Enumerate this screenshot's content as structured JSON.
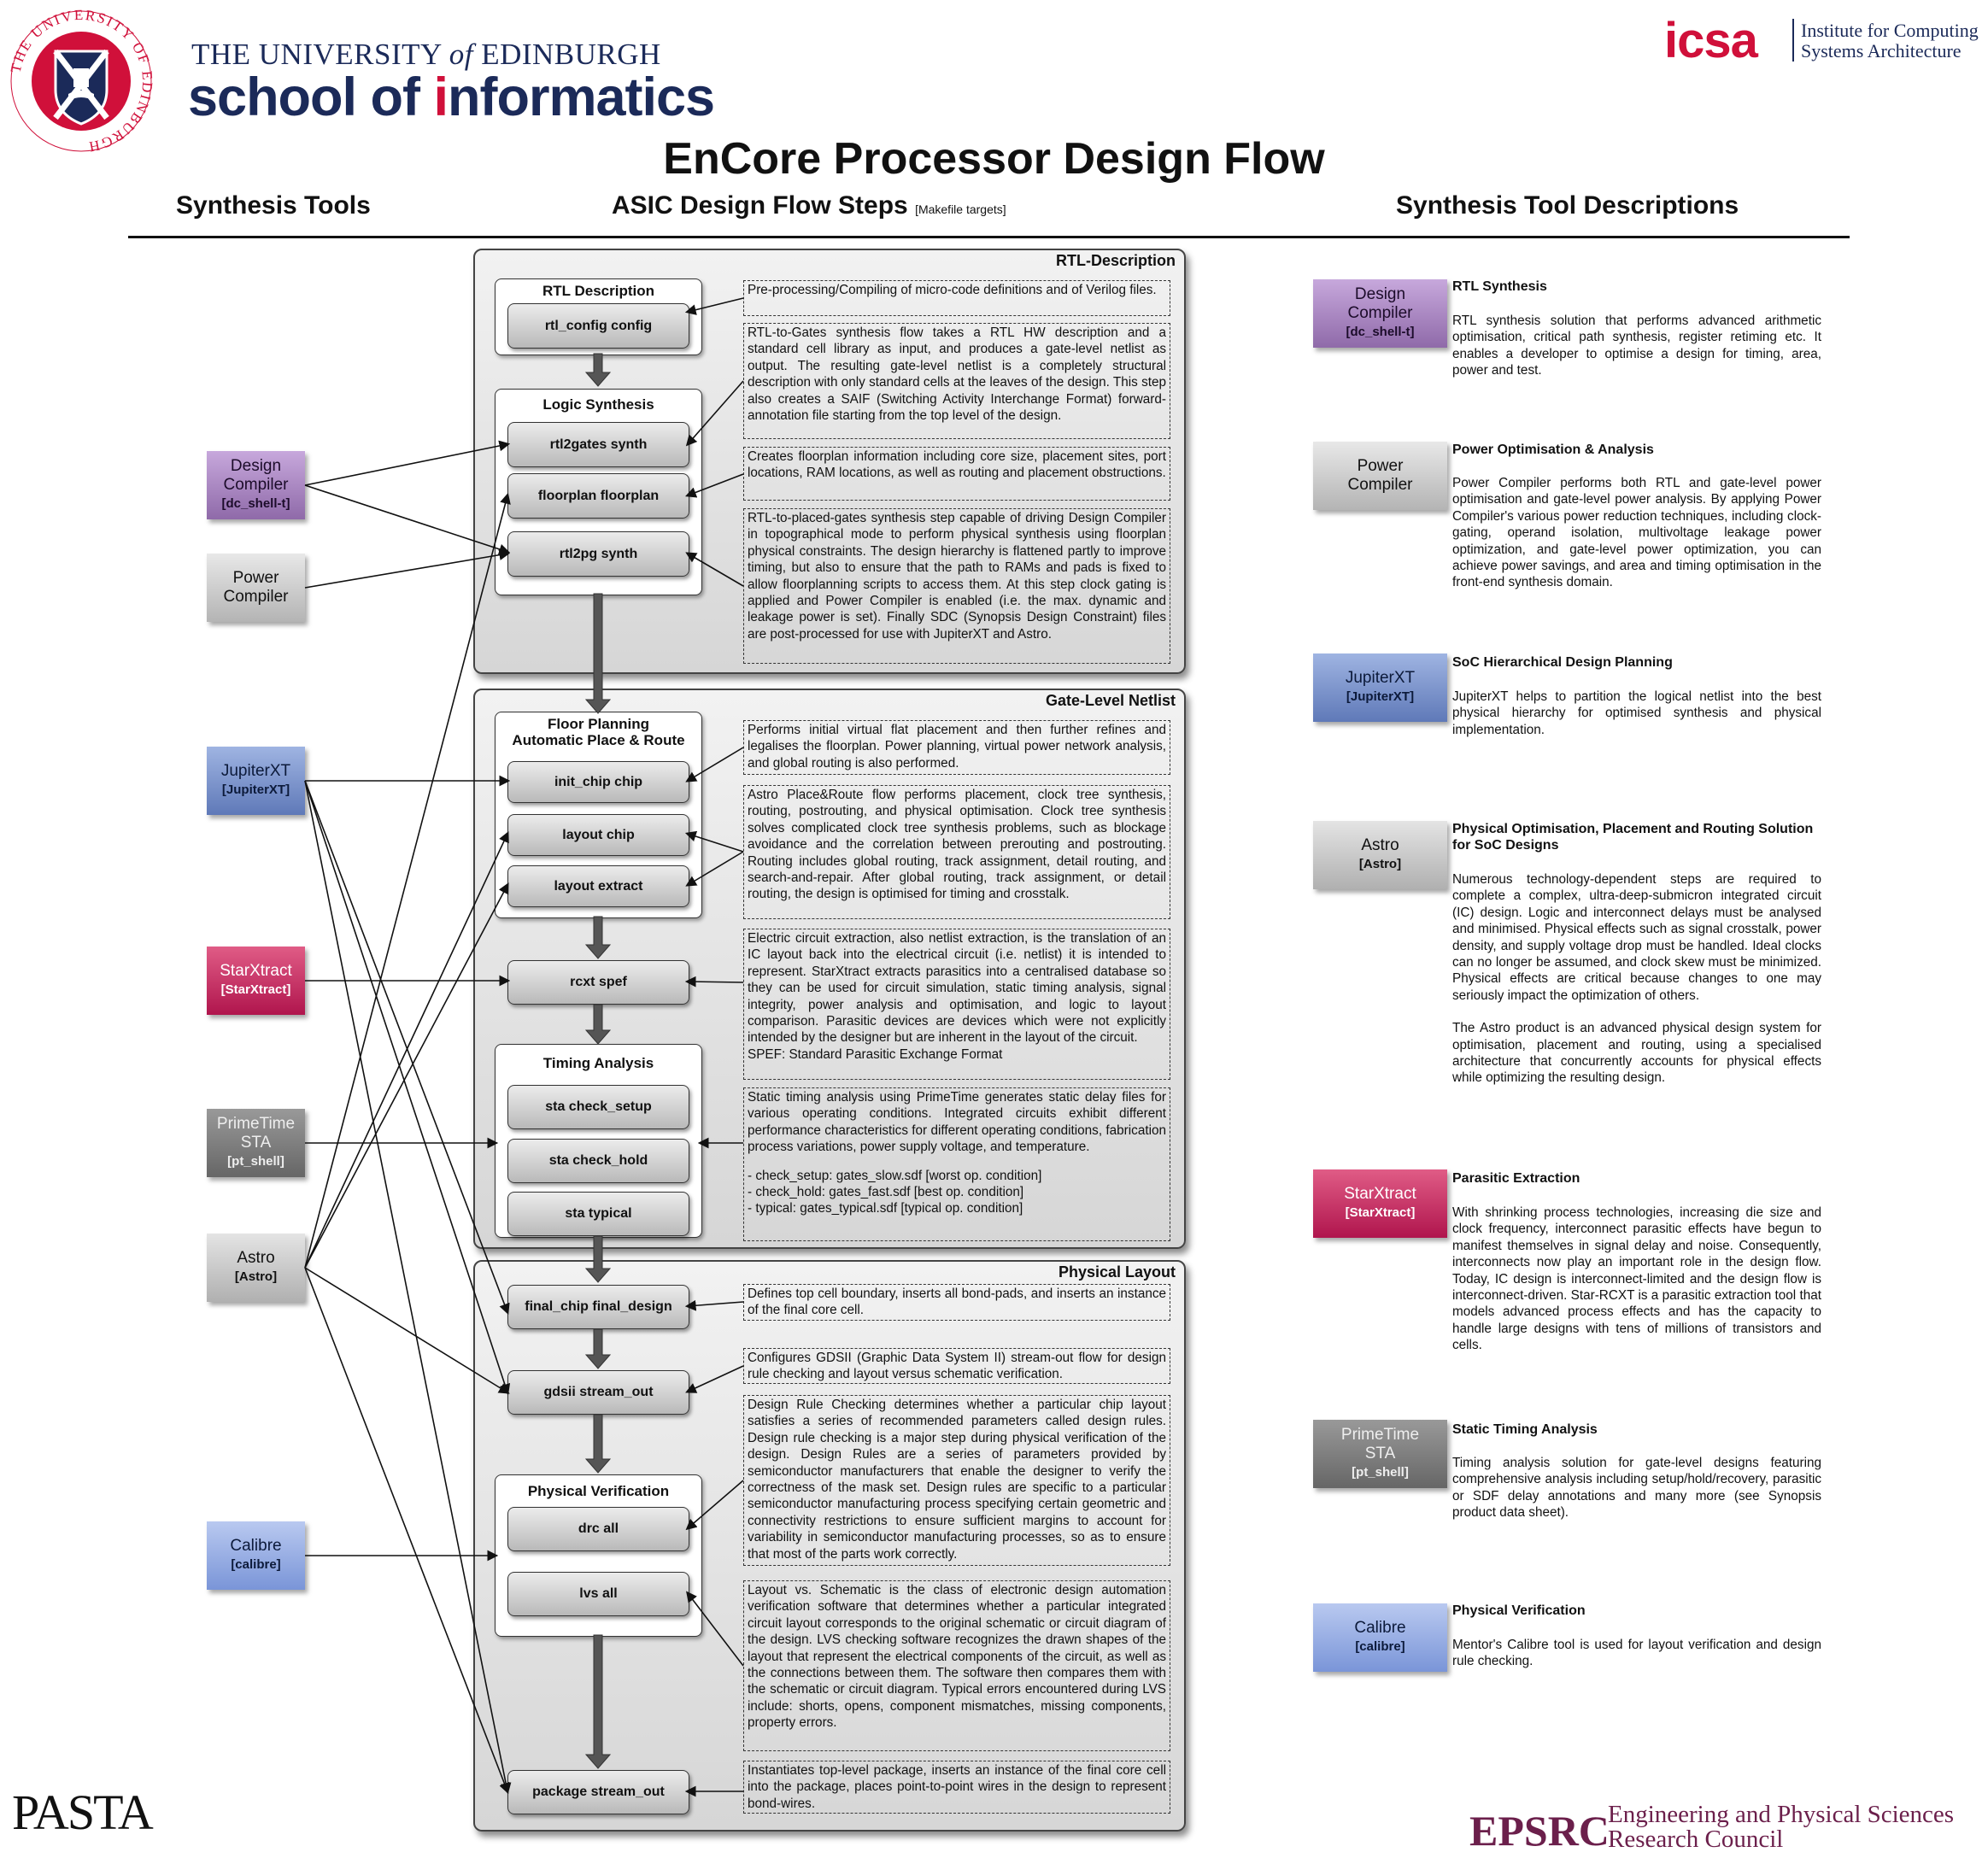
{
  "header": {
    "university_line_pre": "THE UNIVERSITY ",
    "university_line_of": "of",
    "university_line_post": " EDINBURGH",
    "school_pre": "school of ",
    "school_red": "i",
    "school_post": "nformatics",
    "icsa_logo": "icsa",
    "icsa_line1": "Institute for Computing",
    "icsa_line2": "Systems Architecture",
    "crest_ring_text": "THE UNIVERSITY OF EDINBURGH",
    "title": "EnCore Processor Design Flow"
  },
  "columns": {
    "tools": "Synthesis Tools",
    "steps": "ASIC Design Flow Steps",
    "steps_note": "[Makefile targets]",
    "descriptions": "Synthesis Tool Descriptions"
  },
  "sections": [
    {
      "title": "RTL-Description"
    },
    {
      "title": "Gate-Level Netlist"
    },
    {
      "title": "Physical Layout"
    }
  ],
  "groups": {
    "rtl": "RTL Description",
    "logic": "Logic Synthesis",
    "fp1": "Floor Planning",
    "fp2": "Automatic Place & Route",
    "timing": "Timing Analysis",
    "pv": "Physical Verification"
  },
  "targets": {
    "rtl_config": "rtl_config config",
    "rtl2gates": "rtl2gates synth",
    "floorplan": "floorplan floorplan",
    "rtl2pg": "rtl2pg synth",
    "init_chip": "init_chip chip",
    "layout_chip": "layout chip",
    "layout_extract": "layout extract",
    "rcxt": "rcxt spef",
    "sta_setup": "sta check_setup",
    "sta_hold": "sta check_hold",
    "sta_typical": "sta typical",
    "final_chip": "final_chip final_design",
    "gdsii": "gdsii stream_out",
    "drc": "drc all",
    "lvs": "lvs all",
    "package": "package stream_out"
  },
  "descriptions": {
    "d1": "Pre-processing/Compiling of micro-code definitions and of Verilog files.",
    "d2": "RTL-to-Gates synthesis flow takes a RTL HW description and a standard cell library as input, and produces a gate-level netlist as output. The resulting gate-level netlist is a completely structural description with only standard cells at the leaves of the design. This step also creates a SAIF (Switching Activity Interchange Format) forward-annotation file starting from the top level of the design.",
    "d3": "Creates floorplan information including core size, placement sites, port locations, RAM locations, as well as routing and placement obstructions.",
    "d4": "RTL-to-placed-gates synthesis step capable of driving Design Compiler in topographical mode to perform physical synthesis using floorplan physical constraints. The design hierarchy is flattened partly to improve timing, but also to ensure that the path to RAMs and pads is fixed to allow floorplanning scripts to access them. At this step clock gating is applied and Power Compiler is enabled (i.e. the max. dynamic and leakage power is set). Finally SDC (Synopsis Design Constraint) files are post-processed for use with JupiterXT and Astro.",
    "d5": "Performs initial virtual flat placement and then further refines and legalises the floorplan. Power planning, virtual power network analysis, and global routing is also performed.",
    "d6": "Astro Place&Route flow performs placement, clock tree synthesis, routing, postrouting, and physical optimisation. Clock tree synthesis solves complicated clock tree synthesis problems, such as blockage avoidance and the correlation between prerouting and postrouting. Routing includes global routing, track assignment, detail routing, and search-and-repair. After global routing, track assignment, or detail routing, the design is optimised for timing and crosstalk.",
    "d7": "Electric circuit extraction, also netlist extraction, is the translation of an IC layout back into the electrical circuit (i.e. netlist) it is intended to represent. StarXtract extracts parasitics into a centralised database so they can be used for circuit simulation, static timing analysis, signal integrity, power analysis and optimisation, and logic to layout comparison. Parasitic devices are devices which were not explicitly intended by the designer but are inherent in the layout of the circuit.",
    "d7b": "SPEF: Standard Parasitic Exchange Format",
    "d8": "Static timing analysis using PrimeTime generates static delay files for various operating conditions. Integrated circuits exhibit different performance characteristics for different operating conditions, fabrication process variations, power supply voltage, and temperature.",
    "d8_l1": "- check_setup: gates_slow.sdf       [worst op. condition]",
    "d8_l2": "- check_hold:   gates_fast.sdf        [best op. condition]",
    "d8_l3": "- typical:          gates_typical.sdf  [typical op. condition]",
    "d9": "Defines top cell boundary, inserts all bond-pads, and inserts an instance of the final core cell.",
    "d10": "Configures GDSII (Graphic Data System II) stream-out flow for design rule checking and layout versus schematic verification.",
    "d11": "Design Rule Checking determines whether a particular chip layout satisfies a series of recommended parameters called design rules. Design rule checking is a major step during physical verification of the design. Design Rules are a series of parameters provided by semiconductor manufacturers that enable the designer to verify the correctness of the mask set. Design rules are specific to a particular semiconductor manufacturing process specifying certain geometric and connectivity restrictions to ensure sufficient margins to account for variability in semiconductor manufacturing processes, so as to ensure that most of the parts work correctly.",
    "d12": "Layout vs. Schematic is the class of electronic design automation verification software that determines whether a particular integrated circuit layout corresponds to the original schematic or circuit diagram of the design. LVS checking software recognizes the drawn shapes of the layout that represent the electrical components of the circuit, as well as the connections between them. The software then compares them with the schematic or circuit diagram. Typical errors encountered during LVS include: shorts, opens, component mismatches, missing components, property errors.",
    "d13": "Instantiates top-level package, inserts an instance of the final core cell into the package, places point-to-point wires in the design to represent bond-wires."
  },
  "tools": [
    {
      "name": "Design Compiler",
      "line1": "Design",
      "line2": "Compiler",
      "cmd": "[dc_shell-t]",
      "color": "#a27fbc"
    },
    {
      "name": "Power Compiler",
      "line1": "Power",
      "line2": "Compiler",
      "cmd": "",
      "color": "#c8c8c8"
    },
    {
      "name": "JupiterXT",
      "line1": "JupiterXT",
      "line2": "",
      "cmd": "[JupiterXT]",
      "color": "#6f88c6"
    },
    {
      "name": "StarXtract",
      "line1": "StarXtract",
      "line2": "",
      "cmd": "[StarXtract]",
      "color": "#c0245a"
    },
    {
      "name": "PrimeTime STA",
      "line1": "PrimeTime",
      "line2": "STA",
      "cmd": "[pt_shell]",
      "color": "#777777"
    },
    {
      "name": "Astro",
      "line1": "Astro",
      "line2": "",
      "cmd": "[Astro]",
      "color": "#c4c4c4"
    },
    {
      "name": "Calibre",
      "line1": "Calibre",
      "line2": "",
      "cmd": "[calibre]",
      "color": "#8aa3df"
    }
  ],
  "tool_descriptions": [
    {
      "title": "RTL Synthesis",
      "text": "RTL synthesis solution that performs advanced arithmetic optimisation, critical path synthesis, register retiming etc. It enables a developer to optimise a design for timing, area, power and test."
    },
    {
      "title": "Power Optimisation & Analysis",
      "text": "Power Compiler performs both RTL and gate-level power optimisation and gate-level power analysis. By applying Power Compiler's various power reduction techniques, including clock-gating, operand isolation, multivoltage leakage power optimization, and gate-level power optimization, you can achieve power savings, and area and timing optimisation in the front-end synthesis domain."
    },
    {
      "title": "SoC Hierarchical Design Planning",
      "text": "JupiterXT helps to partition the logical netlist into the best physical hierarchy for optimised synthesis and physical implementation."
    },
    {
      "title": "Physical Optimisation, Placement and Routing Solution for SoC Designs",
      "text": "Numerous technology-dependent steps are required to complete a complex, ultra-deep-submicron integrated circuit (IC) design. Logic and interconnect delays must be analysed and minimised. Physical effects such as signal crosstalk, power density, and supply voltage drop must be handled. Ideal clocks can no longer be assumed, and clock skew must be minimized. Physical effects are critical because changes to one may seriously impact the optimization of others.",
      "text2": "The Astro product is an advanced physical design system for optimisation, placement and routing, using a specialised architecture that concurrently accounts for physical effects while optimizing the resulting design."
    },
    {
      "title": "Parasitic Extraction",
      "text": "With shrinking process technologies, increasing die size and clock frequency, interconnect parasitic effects have begun to manifest themselves in signal delay and noise. Consequently, interconnects now play an important role in the design flow. Today, IC design is interconnect-limited and the design flow is interconnect-driven. Star-RCXT is a parasitic extraction tool that models advanced process effects and has the capacity to handle large designs with tens of millions of transistors and cells."
    },
    {
      "title": "Static Timing Analysis",
      "text": "Timing analysis solution for gate-level designs featuring comprehensive analysis including setup/hold/recovery, parasitic or SDF delay annotations and many more  (see Synopsis product data sheet)."
    },
    {
      "title": "Physical Verification",
      "text": "Mentor's Calibre tool is used for layout verification and design rule checking."
    }
  ],
  "footer": {
    "pasta": "PASTA",
    "epsrc": "EPSRC",
    "epsrc_line1": "Engineering and Physical Sciences",
    "epsrc_line2": "Research Council"
  }
}
